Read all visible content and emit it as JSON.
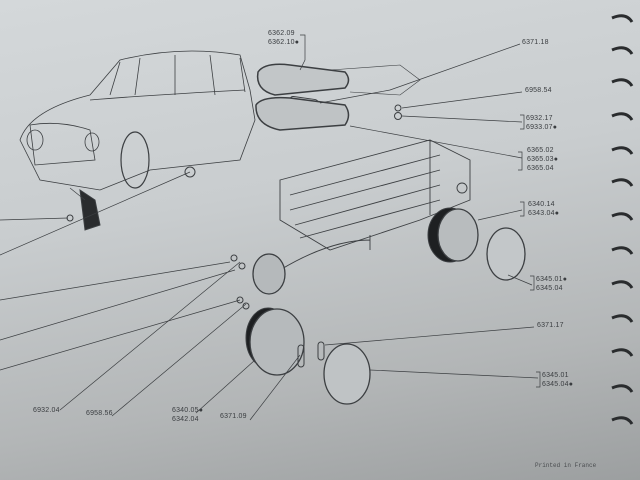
{
  "parts": {
    "top_lamp": [
      "6362.09",
      "6362.10●"
    ],
    "lens_top": "6371.18",
    "nut_top": "6958.54",
    "washer_top": [
      "6932.17",
      "6933.07●"
    ],
    "lamp_lens": [
      "6365.02",
      "6365.03●",
      "6365.04"
    ],
    "rear_lamp_right": [
      "6340.14",
      "6343.04●"
    ],
    "rear_lens_right": [
      "6345.01●",
      "6345.04"
    ],
    "bulb_right": "6371.17",
    "rear_lens_left": [
      "6345.01",
      "6345.04●"
    ],
    "washer_left": "6932.04",
    "nut_left": "6958.56",
    "rear_lamp_left": [
      "6340.05●",
      "6342.04"
    ],
    "bulb_left": "6371.09"
  },
  "footer": "Printed in France",
  "colors": {
    "ink": "#3a3d40",
    "paper": "#cfd3d5"
  }
}
